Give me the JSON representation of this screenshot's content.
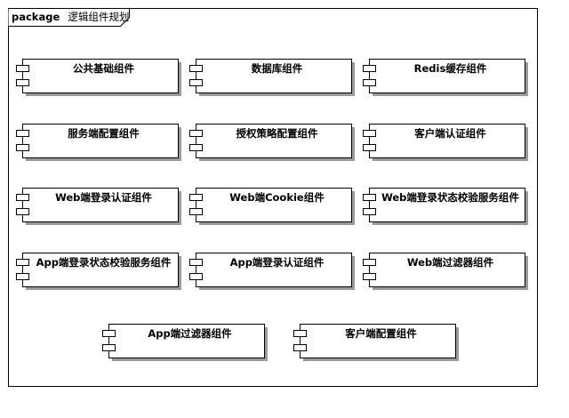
{
  "package": {
    "keyword": "package",
    "name": "逻辑组件规划"
  },
  "components": [
    {
      "label": "公共基础组件"
    },
    {
      "label": "数据库组件"
    },
    {
      "label": "Redis缓存组件"
    },
    {
      "label": "服务端配置组件"
    },
    {
      "label": "授权策略配置组件"
    },
    {
      "label": "客户端认证组件"
    },
    {
      "label": "Web端登录认证组件"
    },
    {
      "label": "Web端Cookie组件"
    },
    {
      "label": "Web端登录状态校验服务组件"
    },
    {
      "label": "App端登录状态校验服务组件"
    },
    {
      "label": "App端登录认证组件"
    },
    {
      "label": "Web端过滤器组件"
    },
    {
      "label": "App端过滤器组件"
    },
    {
      "label": "客户端配置组件"
    }
  ]
}
